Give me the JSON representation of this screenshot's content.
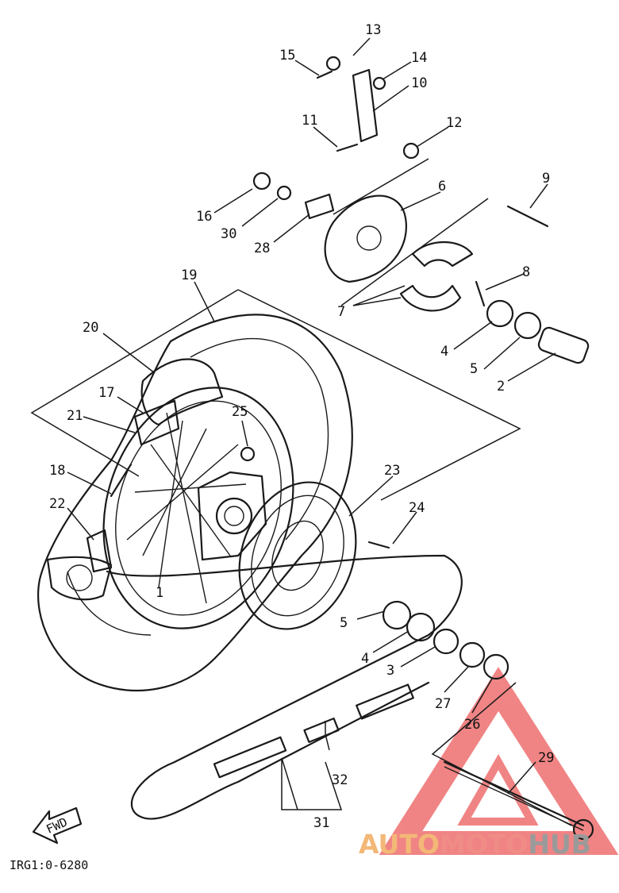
{
  "diagram": {
    "drawing_code": "IRG1:0-6280",
    "direction_arrow_text": "FWD",
    "callouts": [
      {
        "id": "c13",
        "text": "13"
      },
      {
        "id": "c15",
        "text": "15"
      },
      {
        "id": "c14",
        "text": "14"
      },
      {
        "id": "c10",
        "text": "10"
      },
      {
        "id": "c11",
        "text": "11"
      },
      {
        "id": "c12",
        "text": "12"
      },
      {
        "id": "c9",
        "text": "9"
      },
      {
        "id": "c6",
        "text": "6"
      },
      {
        "id": "c16",
        "text": "16"
      },
      {
        "id": "c30",
        "text": "30"
      },
      {
        "id": "c28",
        "text": "28"
      },
      {
        "id": "c8",
        "text": "8"
      },
      {
        "id": "c7",
        "text": "7"
      },
      {
        "id": "c19",
        "text": "19"
      },
      {
        "id": "c20",
        "text": "20"
      },
      {
        "id": "c4a",
        "text": "4"
      },
      {
        "id": "c5a",
        "text": "5"
      },
      {
        "id": "c2",
        "text": "2"
      },
      {
        "id": "c17",
        "text": "17"
      },
      {
        "id": "c25",
        "text": "25"
      },
      {
        "id": "c21",
        "text": "21"
      },
      {
        "id": "c18",
        "text": "18"
      },
      {
        "id": "c23",
        "text": "23"
      },
      {
        "id": "c22",
        "text": "22"
      },
      {
        "id": "c24",
        "text": "24"
      },
      {
        "id": "c1",
        "text": "1"
      },
      {
        "id": "c5b",
        "text": "5"
      },
      {
        "id": "c4b",
        "text": "4"
      },
      {
        "id": "c3",
        "text": "3"
      },
      {
        "id": "c27",
        "text": "27"
      },
      {
        "id": "c26",
        "text": "26"
      },
      {
        "id": "c29",
        "text": "29"
      },
      {
        "id": "c32",
        "text": "32"
      },
      {
        "id": "c31",
        "text": "31"
      }
    ]
  },
  "watermark": {
    "part1": "AUTO",
    "part2": "MOTO",
    "part3": "HUB",
    "colors": {
      "auto": "#f3b877",
      "moto": "#f08c86",
      "hub": "#9a9a9a",
      "triangle": "#ee6f6f"
    }
  }
}
